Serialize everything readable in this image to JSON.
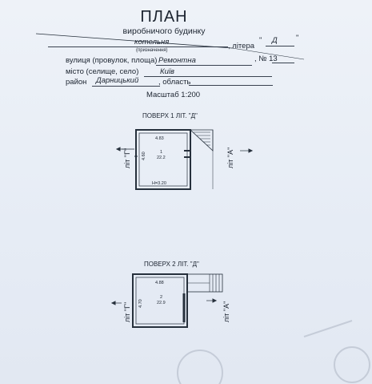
{
  "header": {
    "title": "ПЛАН",
    "subtitle": "виробничого будинку"
  },
  "purpose": {
    "value": "котельня",
    "caption": "(призначення)",
    "litera_label": ", літера",
    "litera_value": "Д",
    "quote_open": "\"",
    "quote_close": "\""
  },
  "address": {
    "street_label": "вулиця (провулок, площа)",
    "street_value": "Ремонтна",
    "number_label": ", № 13",
    "city_label": "місто (селище, село)",
    "city_value": "Київ",
    "district_label": "район",
    "district_value": "Дарницький",
    "region_label": ", область"
  },
  "scale": "Масштаб 1:200",
  "floor1": {
    "title": "ПОВЕРХ 1 ЛІТ. \"Д\"",
    "width": "4.83",
    "height": "4.60",
    "room_no": "1",
    "room_area": "22.2",
    "ceiling": "H=3.20",
    "lit_left": "літ \"Г\"",
    "lit_right": "літ \"А\""
  },
  "floor2": {
    "title": "ПОВЕРХ 2 ЛІТ. \"Д\"",
    "width": "4.88",
    "height": "4.70",
    "room_no": "2",
    "room_area": "22.9",
    "lit_left": "літ \"Г\"",
    "lit_right": "літ \"А\""
  },
  "colors": {
    "paper": "#e9eef6",
    "ink": "#1c2430",
    "pen": "#2a3a7a"
  }
}
